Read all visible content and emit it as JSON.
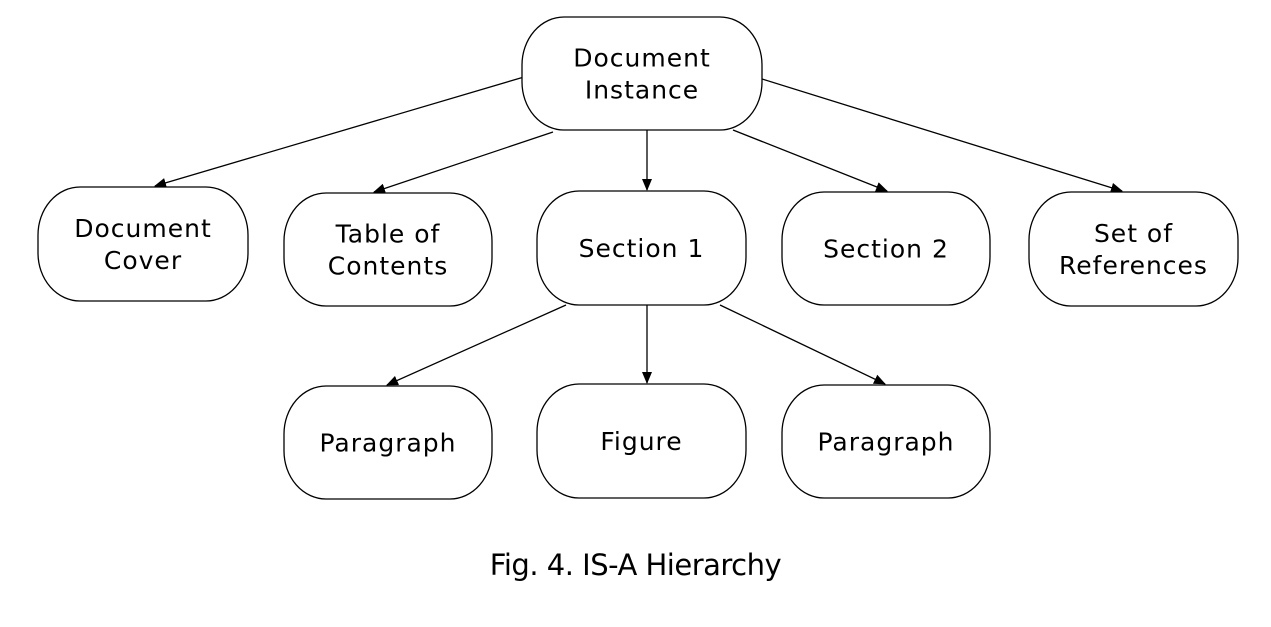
{
  "diagram": {
    "nodes": [
      {
        "id": "root",
        "lines": [
          "Document",
          "Instance"
        ]
      },
      {
        "id": "cover",
        "lines": [
          "Document",
          "Cover"
        ]
      },
      {
        "id": "toc",
        "lines": [
          "Table of",
          "Contents"
        ]
      },
      {
        "id": "sec1",
        "lines": [
          "Section 1"
        ]
      },
      {
        "id": "sec2",
        "lines": [
          "Section 2"
        ]
      },
      {
        "id": "refs",
        "lines": [
          "Set of",
          "References"
        ]
      },
      {
        "id": "para1",
        "lines": [
          "Paragraph"
        ]
      },
      {
        "id": "figure",
        "lines": [
          "Figure"
        ]
      },
      {
        "id": "para2",
        "lines": [
          "Paragraph"
        ]
      }
    ],
    "edges": [
      {
        "from": "root",
        "to": "cover"
      },
      {
        "from": "root",
        "to": "toc"
      },
      {
        "from": "root",
        "to": "sec1"
      },
      {
        "from": "root",
        "to": "sec2"
      },
      {
        "from": "root",
        "to": "refs"
      },
      {
        "from": "sec1",
        "to": "para1"
      },
      {
        "from": "sec1",
        "to": "figure"
      },
      {
        "from": "sec1",
        "to": "para2"
      }
    ]
  },
  "caption": "Fig. 4. IS-A Hierarchy"
}
